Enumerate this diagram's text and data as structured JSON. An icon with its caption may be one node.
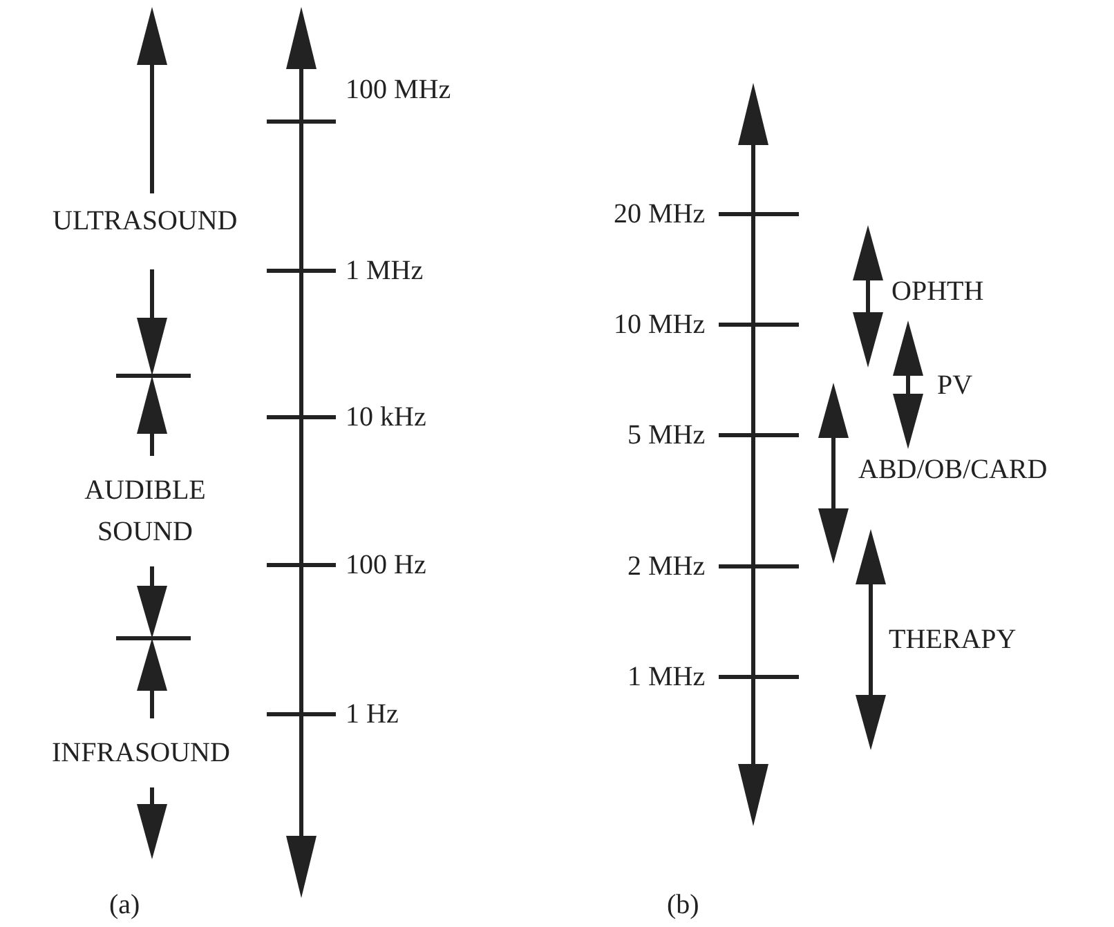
{
  "diagram": {
    "labels": [
      "100 MHz",
      "ULTRASOUND",
      "1 MHz",
      "10 kHz",
      "AUDIBLE SOUND",
      "100 Hz",
      "1 Hz",
      "INFRASOUND",
      "(a)",
      "20 MHz",
      "OPHTH",
      "10 MHz",
      "PV",
      "5 MHz",
      "ABD/OB/CARD",
      "2 MHz",
      "THERAPY",
      "1 MHz",
      "(b)"
    ]
  }
}
